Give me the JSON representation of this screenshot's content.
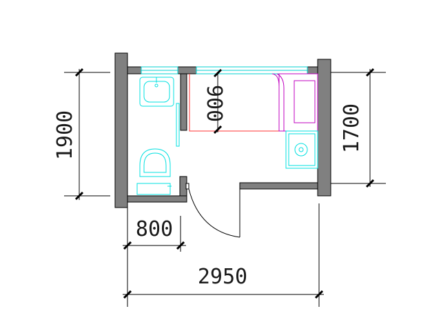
{
  "dimensions": {
    "left_height": "1900",
    "right_height": "1700",
    "bottom_short": "800",
    "bottom_total": "2950",
    "interior_900": "900"
  },
  "colors": {
    "wall": "#808080",
    "wall_dark": "#5a5a5a",
    "line": "#000000",
    "fixture_cyan": "#00e0e0",
    "counter_red": "#ff3030",
    "counter_magenta": "#c000c0",
    "door": "#000000"
  },
  "icons": {
    "sink": "washbasin-icon",
    "toilet": "toilet-icon",
    "stove": "stove-burner-icon",
    "range_hood": "range-hood-icon"
  }
}
